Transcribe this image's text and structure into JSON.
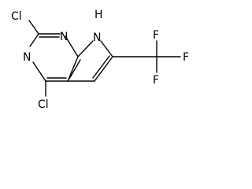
{
  "molecule": {
    "atoms": {
      "cl_top": "Cl",
      "cl_bottom": "Cl",
      "n_top": "N",
      "n_left": "N",
      "nh_n": "N",
      "nh_h": "H",
      "f_top": "F",
      "f_right": "F",
      "f_bottom": "F"
    }
  }
}
